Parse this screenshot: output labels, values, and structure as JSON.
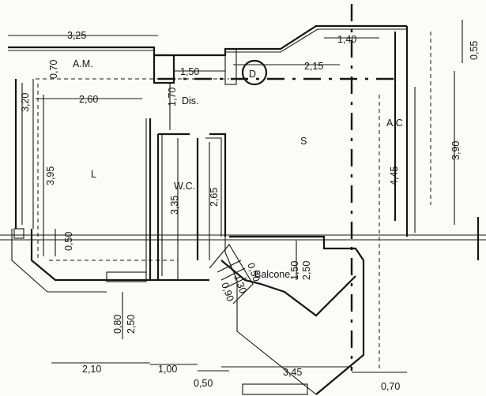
{
  "rooms": {
    "am": "A.M.",
    "dis": "Dis.",
    "s": "S",
    "l": "L",
    "wc": "W.C.",
    "ac": "A.C",
    "balcone": "Balcone",
    "d": "D"
  },
  "dims": {
    "top_3_25": "3,25",
    "top_1_40": "1,40",
    "top_0_55": "0,55",
    "am_0_70": "0,70",
    "d_1_50": "1,50",
    "s_2_15": "2,15",
    "dis_1_70": "1,70",
    "left_3_20": "3,20",
    "l_2_60": "2,60",
    "l_3_95": "3,95",
    "right_3_90": "3,90",
    "ac_4_45": "4,45",
    "wc_3_35": "3,35",
    "wc_2_65": "2,65",
    "l_0_50": "0,50",
    "balc_1_50": "1,50",
    "balc_2_50": "2,50",
    "diag_0_50": "0,50",
    "diag_1_30": "1,30",
    "diag_0_90": "0,90",
    "bot_0_80": "0,80",
    "bot_2_50": "2,50",
    "bot_2_10": "2,10",
    "bot_1_00": "1,00",
    "bot_3_45": "3,45",
    "bot_0_50": "0,50",
    "bot_0_70": "0,70"
  }
}
